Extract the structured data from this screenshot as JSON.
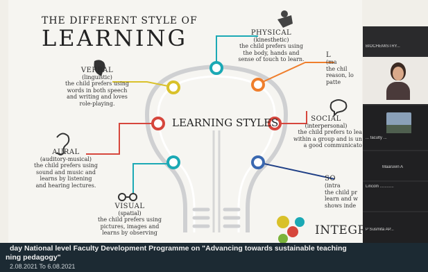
{
  "slide": {
    "title_small": "THE DIFFERENT STYLE OF",
    "title_big": "LEARNING",
    "center_label": "LEARNING STYLES",
    "physical": {
      "title": "PHYSICAL",
      "sub": "(kinesthetic)",
      "desc": [
        "the child prefers using",
        "the body, hands and",
        "sense of touch to learn."
      ]
    },
    "verbal": {
      "title": "VERBAL",
      "sub": "(linguistic)",
      "desc": [
        "the child prefers using",
        "words in both speech",
        "and writing and loves",
        "role-playing."
      ]
    },
    "aural": {
      "title": "AURAL",
      "sub": "(auditory-musical)",
      "desc": [
        "the child prefers using",
        "sound and music and",
        "learns by listening",
        "and hearing lectures."
      ]
    },
    "visual": {
      "title": "VISUAL",
      "sub": "(spatial)",
      "desc": [
        "the child prefers using",
        "pictures, images and",
        "learns by observing"
      ]
    },
    "logical": {
      "title": "L",
      "desc": [
        "(ma",
        "the chil",
        "reason, lo",
        "patte"
      ]
    },
    "social": {
      "title": "SOCIAL",
      "sub": "(interpersonal)",
      "desc": [
        "the child prefers to lea",
        "within a group and is un",
        "a good communicato"
      ]
    },
    "solitary": {
      "title": "SO",
      "desc": [
        "(intra",
        "the child pr",
        "learn and w",
        "shows inde"
      ]
    },
    "brand": "INTEGRATED"
  },
  "participants": {
    "tiles": [
      {
        "name": "BIOCHEMISTRY..."
      },
      {
        "name": ""
      },
      {
        "name": "... faculty ..."
      },
      {
        "name": "Maaruvin A"
      },
      {
        "name": "Lincoln ............"
      },
      {
        "name": "P Susmita AP..."
      }
    ]
  },
  "banner": {
    "line1": "day National level Faculty Development Programme on \"Advancing towards sustainable teaching",
    "line2": "ning pedagogy\"",
    "line3": "2.08.2021 To 6.08.2021"
  },
  "colors": {
    "teal": "#1ba9b5",
    "orange": "#ef7e2c",
    "yellow": "#d9c12a",
    "red": "#d6463c",
    "blue": "#3a68b0",
    "navy": "#1f3f86",
    "banner_bg": "#1c2a33"
  }
}
